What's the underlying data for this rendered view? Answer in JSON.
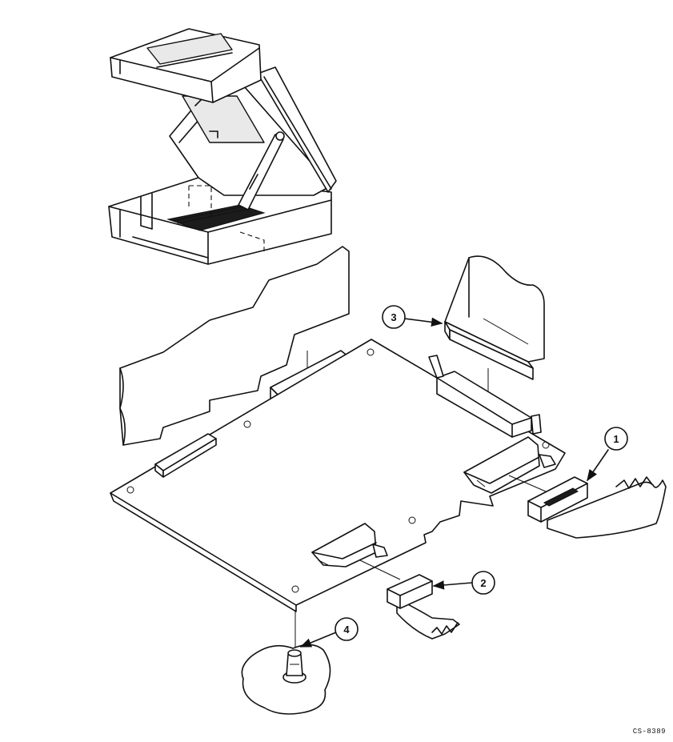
{
  "figure": {
    "callouts": [
      {
        "id": "1",
        "label": "1"
      },
      {
        "id": "2",
        "label": "2"
      },
      {
        "id": "3",
        "label": "3"
      },
      {
        "id": "4",
        "label": "4"
      }
    ],
    "figure_id": "CS-8389"
  }
}
